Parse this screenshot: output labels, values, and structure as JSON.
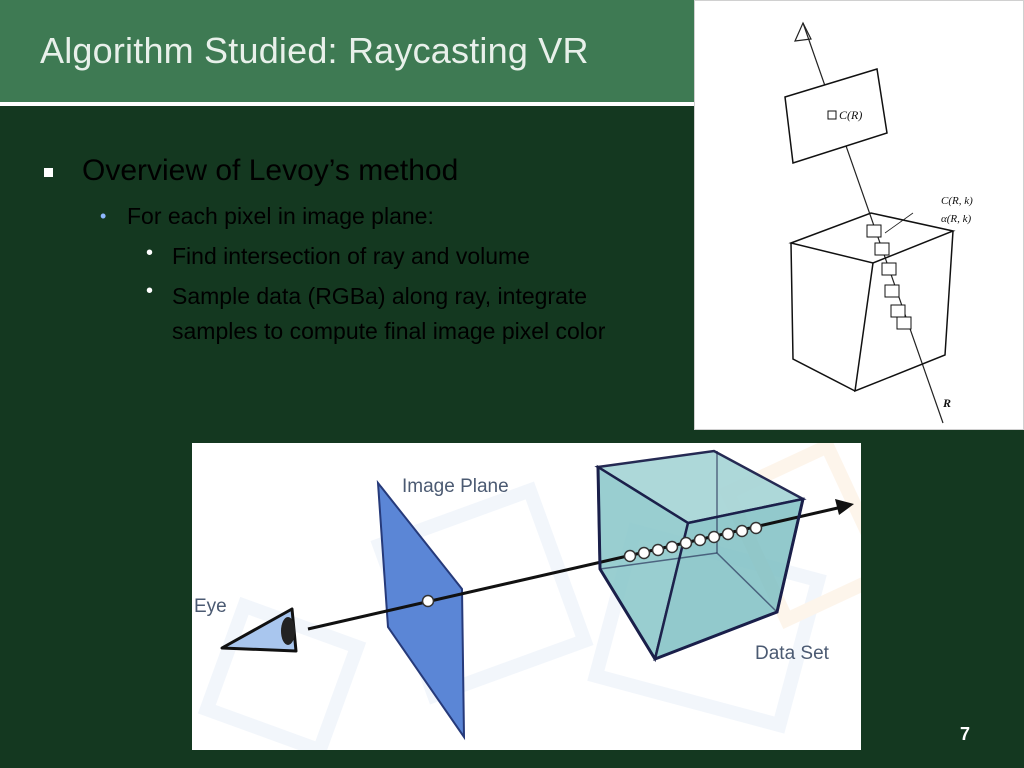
{
  "slide": {
    "title": "Algorithm Studied: Raycasting VR",
    "page_number": "7"
  },
  "bullets": {
    "level1": "Overview of Levoy’s method",
    "level2": "For each pixel in image plane:",
    "level3": [
      "Find intersection of ray and volume",
      "Sample data (RGBa) along ray, integrate samples to compute final image pixel color"
    ]
  },
  "levoy_figure": {
    "label_pixel": "C(R)",
    "label_sample_color": "C(R, k)",
    "label_sample_alpha": "α(R, k)",
    "label_ray": "R"
  },
  "raycast_figure": {
    "label_image_plane": "Image Plane",
    "label_eye": "Eye",
    "label_data_set": "Data Set"
  },
  "colors": {
    "background": "#143820",
    "title_bar": "#3e7a53",
    "bullet_accent": "#8fb8ff"
  }
}
